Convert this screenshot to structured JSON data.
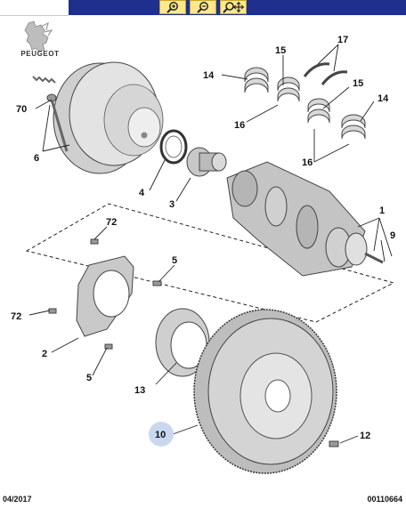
{
  "toolbar": {
    "zoom_in_icon": "zoom-in-icon",
    "zoom_out_icon": "zoom-out-icon",
    "zoom_fit_icon": "zoom-fit-icon"
  },
  "brand": {
    "name": "PEUGEOT"
  },
  "callouts": {
    "c14a": "14",
    "c15a": "15",
    "c17": "17",
    "c15b": "15",
    "c14b": "14",
    "c16a": "16",
    "c16b": "16",
    "c70": "70",
    "c6": "6",
    "c4": "4",
    "c3": "3",
    "c1": "1",
    "c9": "9",
    "c72a": "72",
    "c5a": "5",
    "c72b": "72",
    "c2": "2",
    "c5b": "5",
    "c13": "13",
    "c10": "10",
    "c12": "12"
  },
  "footer": {
    "date": "04/2017",
    "ref": "00110664"
  },
  "colors": {
    "toolbar": "#1f2f8e",
    "button": "#ffe88c",
    "highlight": "#c9d8f0"
  }
}
